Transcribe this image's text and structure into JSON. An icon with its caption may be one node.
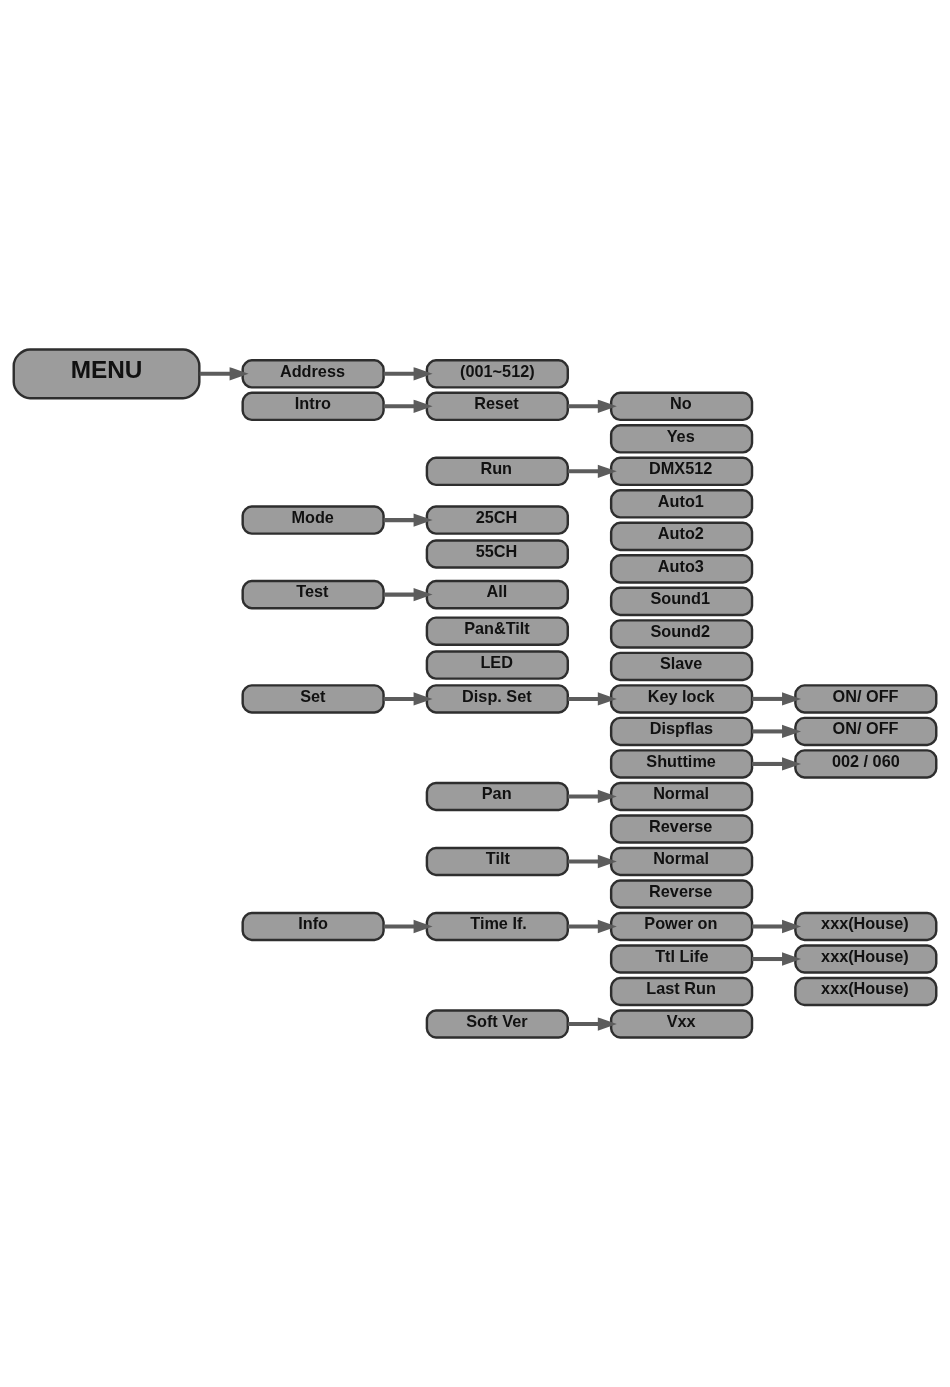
{
  "diagram": {
    "nodes": [
      {
        "text": [
          "MENU"
        ]
      },
      {
        "text": [
          "Address"
        ]
      },
      {
        "text": [
          "(001~512)"
        ]
      },
      {
        "text": [
          "Intro"
        ]
      },
      {
        "text": [
          "Reset"
        ]
      },
      {
        "text": [
          "No"
        ]
      },
      {
        "text": [
          "Yes"
        ]
      },
      {
        "text": [
          "Run"
        ]
      },
      {
        "text": [
          "DMX512"
        ]
      },
      {
        "text": [
          "Auto1"
        ]
      },
      {
        "text": [
          "Auto2"
        ]
      },
      {
        "text": [
          "Auto3"
        ]
      },
      {
        "text": [
          "Sound1"
        ]
      },
      {
        "text": [
          "Sound2"
        ]
      },
      {
        "text": [
          "Slave"
        ]
      },
      {
        "text": [
          "Mode"
        ]
      },
      {
        "text": [
          "25CH"
        ]
      },
      {
        "text": [
          "55CH"
        ]
      },
      {
        "text": [
          "Test"
        ]
      },
      {
        "text": [
          "All"
        ]
      },
      {
        "text": [
          "Pan&Tilt"
        ]
      },
      {
        "text": [
          "LED"
        ]
      },
      {
        "text": [
          "Set"
        ]
      },
      {
        "text": [
          "Disp. Set"
        ]
      },
      {
        "text": [
          "Key lock"
        ]
      },
      {
        "text": [
          "ON/ OFF"
        ]
      },
      {
        "text": [
          "Dispflas"
        ]
      },
      {
        "text": [
          "ON/ OFF"
        ]
      },
      {
        "text": [
          "Shuttime"
        ]
      },
      {
        "text": [
          "002 / 060"
        ]
      },
      {
        "text": [
          "Pan"
        ]
      },
      {
        "text": [
          "Normal"
        ]
      },
      {
        "text": [
          "Reverse"
        ]
      },
      {
        "text": [
          "Tilt"
        ]
      },
      {
        "text": [
          "Normal"
        ]
      },
      {
        "text": [
          "Reverse"
        ]
      },
      {
        "text": [
          "Info"
        ]
      },
      {
        "text": [
          "Time If."
        ]
      },
      {
        "text": [
          "Power on"
        ]
      },
      {
        "text": [
          "xxx(House)"
        ]
      },
      {
        "text": [
          "Ttl Life"
        ]
      },
      {
        "text": [
          "xxx(House)"
        ]
      },
      {
        "text": [
          "Last Run"
        ]
      },
      {
        "text": [
          "xxx(House)"
        ]
      },
      {
        "text": [
          "Soft Ver"
        ]
      },
      {
        "text": [
          "Vxx"
        ]
      }
    ],
    "edges": [
      {
        "from": 0,
        "to": 1,
        "arrow": "to"
      },
      {
        "from": 1,
        "to": 2,
        "arrow": "to"
      },
      {
        "from": 3,
        "to": 4,
        "arrow": "to"
      },
      {
        "from": 4,
        "to": 5,
        "arrow": "to"
      },
      {
        "from": 7,
        "to": 8,
        "arrow": "to"
      },
      {
        "from": 15,
        "to": 16,
        "arrow": "to"
      },
      {
        "from": 18,
        "to": 19,
        "arrow": "to"
      },
      {
        "from": 22,
        "to": 23,
        "arrow": "to"
      },
      {
        "from": 23,
        "to": 24,
        "arrow": "to"
      },
      {
        "from": 24,
        "to": 25,
        "arrow": "to"
      },
      {
        "from": 26,
        "to": 27,
        "arrow": "to"
      },
      {
        "from": 28,
        "to": 29,
        "arrow": "to"
      },
      {
        "from": 30,
        "to": 31,
        "arrow": "to"
      },
      {
        "from": 33,
        "to": 34,
        "arrow": "to"
      },
      {
        "from": 36,
        "to": 37,
        "arrow": "to"
      },
      {
        "from": 37,
        "to": 38,
        "arrow": "to"
      },
      {
        "from": 38,
        "to": 39,
        "arrow": "to"
      },
      {
        "from": 40,
        "to": 41,
        "arrow": "to"
      },
      {
        "from": 44,
        "to": 45,
        "arrow": "to"
      }
    ]
  }
}
